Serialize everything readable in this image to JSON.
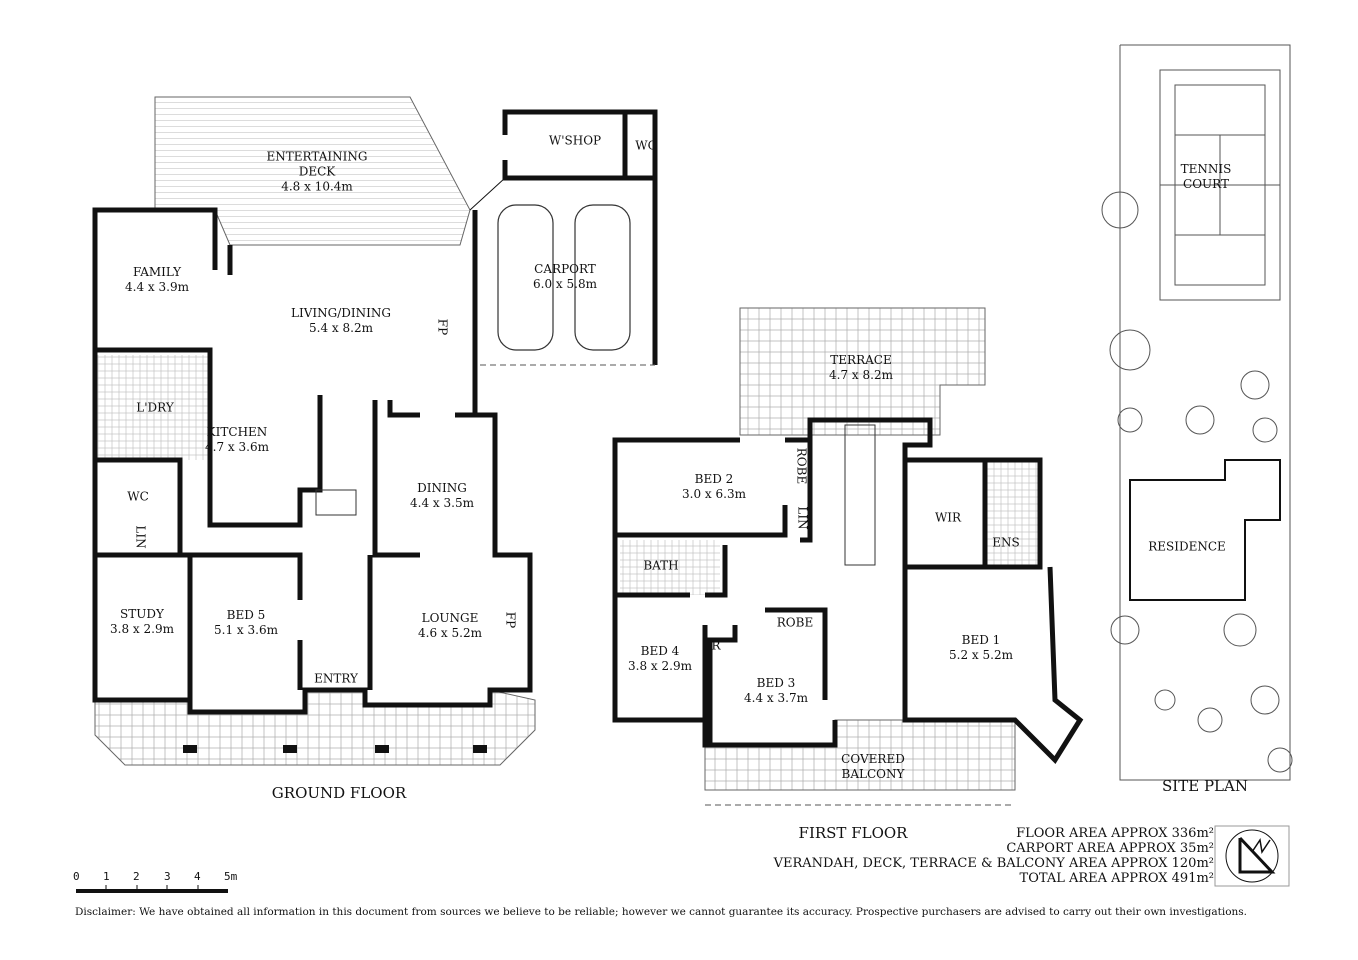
{
  "ground_floor": {
    "title": "GROUND FLOOR",
    "rooms": {
      "deck": [
        "ENTERTAINING",
        "DECK",
        "4.8 x 10.4m"
      ],
      "wshop": "W'SHOP",
      "garage_wc": "WC",
      "carport": [
        "CARPORT",
        "6.0 x 5.8m"
      ],
      "family": [
        "FAMILY",
        "4.4 x 3.9m"
      ],
      "living": [
        "LIVING/DINING",
        "5.4 x 8.2m"
      ],
      "fp1": "FP",
      "ldry": "L'DRY",
      "kitchen": [
        "KITCHEN",
        "4.7 x 3.6m"
      ],
      "wc": "WC",
      "lin": "LIN",
      "dining": [
        "DINING",
        "4.4 x 3.5m"
      ],
      "study": [
        "STUDY",
        "3.8 x 2.9m"
      ],
      "bed5": [
        "BED 5",
        "5.1 x 3.6m"
      ],
      "lounge": [
        "LOUNGE",
        "4.6 x 5.2m"
      ],
      "fp2": "FP",
      "entry": "ENTRY"
    }
  },
  "first_floor": {
    "title": "FIRST FLOOR",
    "rooms": {
      "terrace": [
        "TERRACE",
        "4.7 x 8.2m"
      ],
      "bed2": [
        "BED 2",
        "3.0 x 6.3m"
      ],
      "robe1": "ROBE",
      "lin": "LIN",
      "wir": "WIR",
      "ens": "ENS",
      "bath": "BATH",
      "bed4": [
        "BED 4",
        "3.8 x 2.9m"
      ],
      "r": "R",
      "robe2": "ROBE",
      "bed3": [
        "BED 3",
        "4.4 x 3.7m"
      ],
      "bed1": [
        "BED 1",
        "5.2 x 5.2m"
      ],
      "balcony": [
        "COVERED",
        "BALCONY"
      ]
    }
  },
  "site_plan": {
    "title": "SITE PLAN",
    "tennis": [
      "TENNIS",
      "COURT"
    ],
    "residence": "RESIDENCE"
  },
  "areas": [
    "FLOOR AREA APPROX 336m²",
    "CARPORT AREA APPROX 35m²",
    "VERANDAH, DECK, TERRACE & BALCONY AREA APPROX 120m²",
    "TOTAL AREA APPROX 491m²"
  ],
  "scale_bar": {
    "ticks": [
      "0",
      "1",
      "2",
      "3",
      "4",
      "5m"
    ]
  },
  "north_icon": "north-arrow",
  "disclaimer": "Disclaimer: We have obtained all information in this document from sources we believe to be reliable; however we cannot guarantee its accuracy. Prospective purchasers are advised to carry out their own investigations."
}
